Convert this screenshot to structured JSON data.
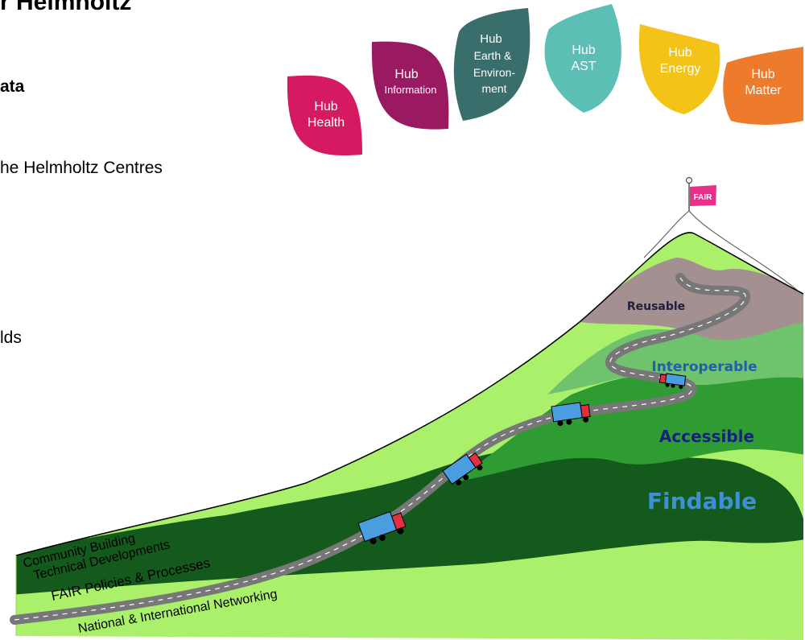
{
  "slide": {
    "title_fragment": "r Helmholtz",
    "subtitle_fragment": "ata",
    "line_centres": "he Helmholtz Centres",
    "line_fields": "lds"
  },
  "hubs": [
    {
      "name": "health",
      "lines": [
        "Hub",
        "Health"
      ],
      "color": "#d61a62"
    },
    {
      "name": "information",
      "lines": [
        "Hub",
        "Information"
      ],
      "color": "#9a1a62"
    },
    {
      "name": "earth",
      "lines": [
        "Hub",
        "Earth &",
        "Environ-",
        "ment"
      ],
      "color": "#3a6e6c"
    },
    {
      "name": "ast",
      "lines": [
        "Hub",
        "AST"
      ],
      "color": "#5bbfb5"
    },
    {
      "name": "energy",
      "lines": [
        "Hub",
        "Energy"
      ],
      "color": "#f3c318"
    },
    {
      "name": "matter",
      "lines": [
        "Hub",
        "Matter"
      ],
      "color": "#ee7a2c"
    }
  ],
  "mountain": {
    "flag_label": "FAIR",
    "zones": [
      {
        "name": "Reusable",
        "color": "#1f1f3a"
      },
      {
        "name": "Interoperable",
        "color": "#1f5fb0"
      },
      {
        "name": "Accessible",
        "color": "#14227a"
      },
      {
        "name": "Findable",
        "color": "#3e8ed8"
      }
    ],
    "activities": [
      "Community Building",
      "Technical Developments",
      "FAIR Policies & Processes",
      "National & International Networking"
    ]
  },
  "colors": {
    "ground": "#aaf06a",
    "dark_forest": "#145a1c",
    "mid_forest": "#2e9c33",
    "light_band": "#6fc36c",
    "peak": "#a49090",
    "road": "#777777",
    "truck_body": "#4a9ee0",
    "truck_cab": "#e03040",
    "flag": "#e8308a"
  }
}
